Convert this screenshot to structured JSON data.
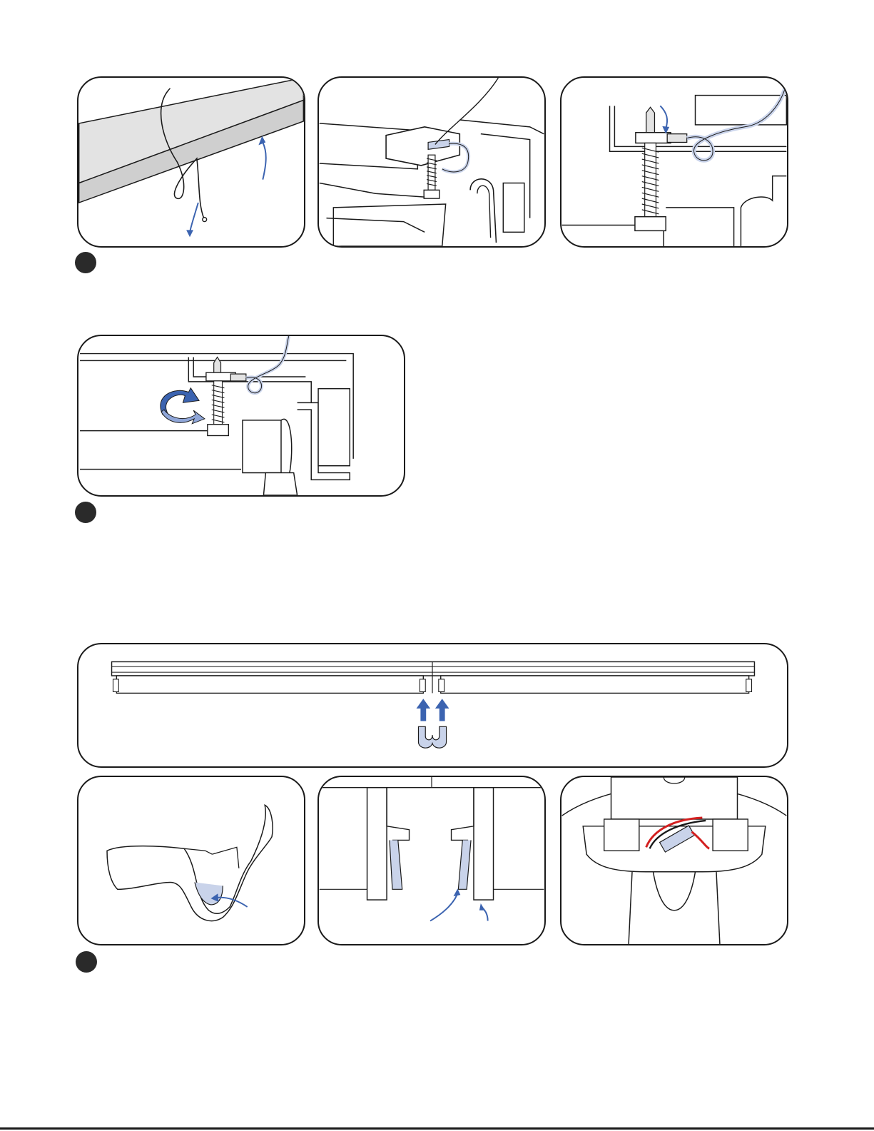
{
  "steps": [
    {
      "panels": [
        {
          "icon": "wire-loop-under-beam-illustration"
        },
        {
          "icon": "ground-wire-screw-bracket-illustration"
        },
        {
          "icon": "ground-screw-closeup-illustration"
        }
      ]
    },
    {
      "panels": [
        {
          "icon": "tighten-ground-screw-illustration"
        }
      ]
    },
    {
      "panels": [
        {
          "icon": "fixture-joiner-overview-illustration"
        },
        {
          "icon": "joiner-clip-illustration"
        },
        {
          "icon": "joiner-clip-fit-illustration"
        },
        {
          "icon": "wire-connector-illustration"
        }
      ]
    }
  ],
  "colors": {
    "accent_arrow": "#3b63b0",
    "wire_fill": "#c9d3ea",
    "surface_gray": "#e3e3e3",
    "outline": "#1a1a1a",
    "wire_red": "#d32020"
  }
}
